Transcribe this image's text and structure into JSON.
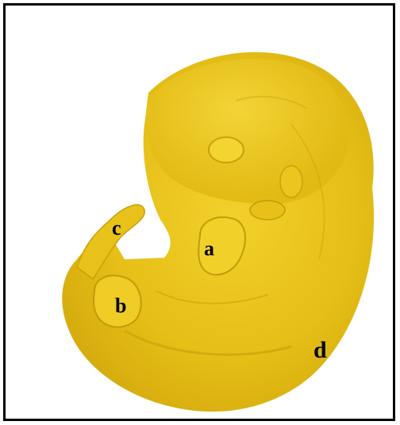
{
  "figure": {
    "subject": "embryo",
    "colors": {
      "specimen": "#e8c21a",
      "specimen_shadow": "#cfa60f",
      "specimen_highlight": "#f4d43a",
      "border": "#000000",
      "background": "#ffffff"
    },
    "labels": [
      {
        "id": "a",
        "text": "a"
      },
      {
        "id": "b",
        "text": "b"
      },
      {
        "id": "c",
        "text": "c"
      },
      {
        "id": "d",
        "text": "d"
      }
    ]
  }
}
